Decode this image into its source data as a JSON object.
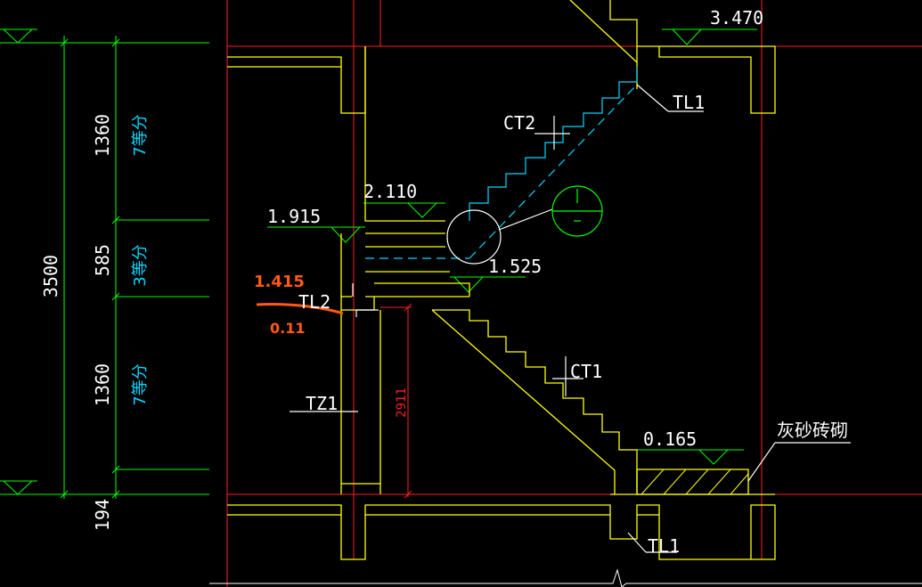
{
  "colors": {
    "background": "#000000",
    "dimension": "#00ff00",
    "axis": "#ff2020",
    "structure": "#ffff00",
    "text": "#ffffff",
    "cyan": "#00d8ff",
    "annotation": "#ff5a14",
    "hatch": "#ffff00"
  },
  "dimensions": {
    "total": "3500",
    "seg_top": "1360",
    "seg_top_div": "7等分",
    "seg_mid": "585",
    "seg_mid_div": "3等分",
    "seg_bot": "1360",
    "seg_bot_div": "7等分",
    "seg_base": "194",
    "height_2911": "2911"
  },
  "elevations": {
    "top": "3.470",
    "landing_upper": "2.110",
    "landing_left": "1.915",
    "landing_mid": "1.525",
    "ground": "0.165"
  },
  "labels": {
    "ct2": "CT2",
    "ct1": "CT1",
    "tl1_top": "TL1",
    "tl1_bottom": "TL1",
    "tl2": "TL2",
    "tz1": "TZ1",
    "masonry": "灰砂砖砌"
  },
  "annotations": {
    "hand_value_1": "1.415",
    "hand_value_2": "0.11"
  }
}
